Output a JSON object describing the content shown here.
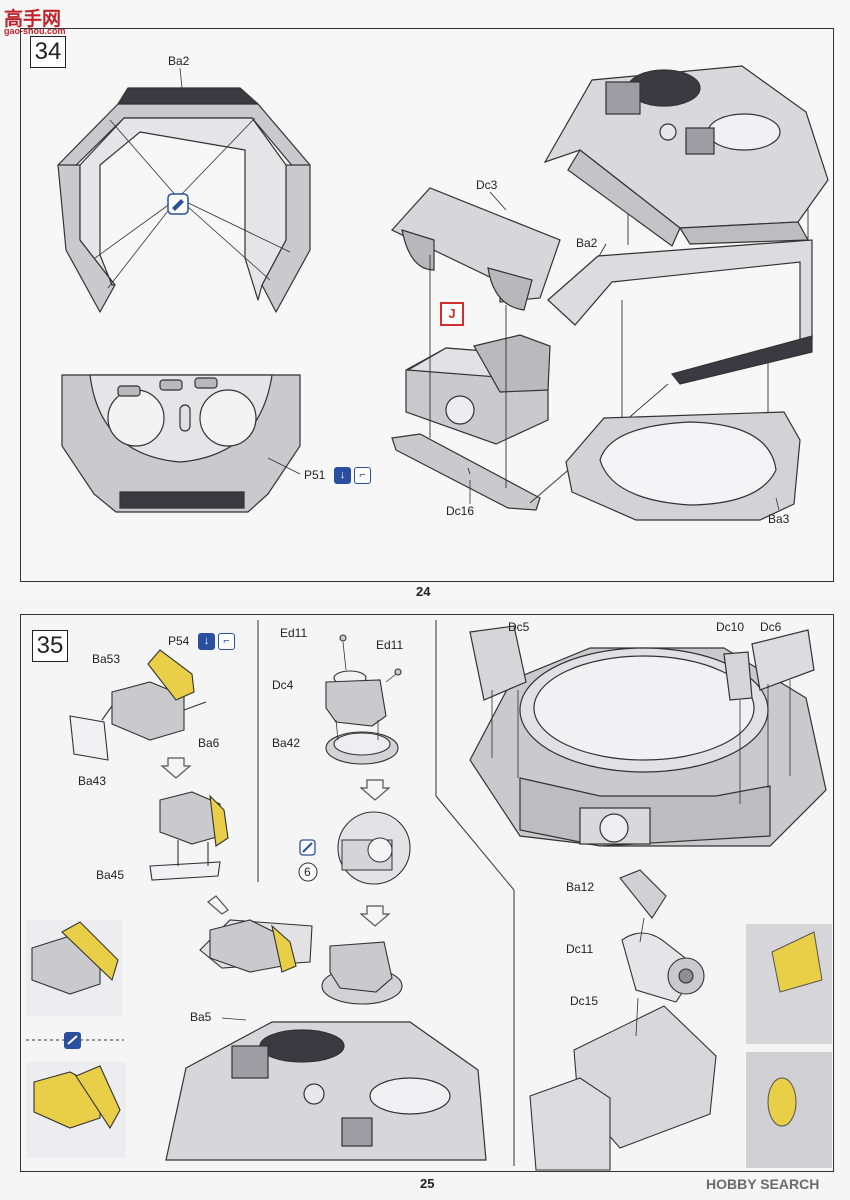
{
  "watermark": {
    "logo": "高手网",
    "url": "gao-shou.com",
    "brand": "HOBBY SEARCH"
  },
  "step34": {
    "number": "34",
    "labels": {
      "ba2_left": "Ba2",
      "p51": "P51",
      "dc3": "Dc3",
      "j_marker": "J",
      "ba2_right": "Ba2",
      "dc16": "Dc16",
      "ba3": "Ba3"
    },
    "page_number": "24"
  },
  "step35": {
    "number": "35",
    "labels": {
      "p54": "P54",
      "ba53": "Ba53",
      "ba6": "Ba6",
      "ba43": "Ba43",
      "ba45": "Ba45",
      "ba5": "Ba5",
      "ed11_left": "Ed11",
      "ed11_right": "Ed11",
      "dc4": "Dc4",
      "ba42": "Ba42",
      "circle6": "6",
      "dc5": "Dc5",
      "dc10": "Dc10",
      "dc6": "Dc6",
      "ba12": "Ba12",
      "dc11": "Dc11",
      "dc15": "Dc15"
    },
    "page_number": "25"
  },
  "icons": [
    "flip-over-icon",
    "glue-icon",
    "photo-etch-icon",
    "rotate-view-icon",
    "cut-icon",
    "arrow-down-icon"
  ],
  "colors": {
    "panel_gray": "#c9c9ce",
    "dark_edge": "#3a3a40",
    "brass": "#e8cf47",
    "symbol_blue": "#2a4fa0",
    "j_red": "#d0302c"
  }
}
